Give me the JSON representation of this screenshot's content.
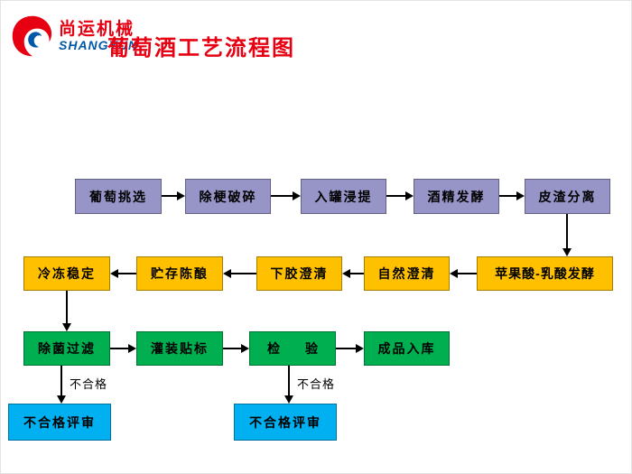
{
  "header": {
    "brand_cn": "尚运机械",
    "brand_en": "SHANGYUN",
    "title": "葡萄酒工艺流程图"
  },
  "colors": {
    "purple": "#9795c8",
    "orange": "#ffc000",
    "green": "#00b050",
    "blue": "#00b0f0",
    "red": "#e60012",
    "brand_blue": "#0057a8"
  },
  "nodes": {
    "grape_selection": "葡萄挑选",
    "destem_crush": "除梗破碎",
    "tank_extraction": "入罐浸提",
    "alcohol_fermentation": "酒精发酵",
    "skin_separation": "皮渣分离",
    "malolactic_fermentation": "苹果酸-乳酸发酵",
    "natural_clarification": "自然澄清",
    "fining_clarification": "下胶澄清",
    "storage_aging": "贮存陈酿",
    "cold_stabilization": "冷冻稳定",
    "sterile_filtration": "除菌过滤",
    "filling_labeling": "灌装贴标",
    "inspection": "检　　验",
    "finished_storage": "成品入库",
    "fail_review": "不合格评审",
    "fail_label": "不合格"
  }
}
